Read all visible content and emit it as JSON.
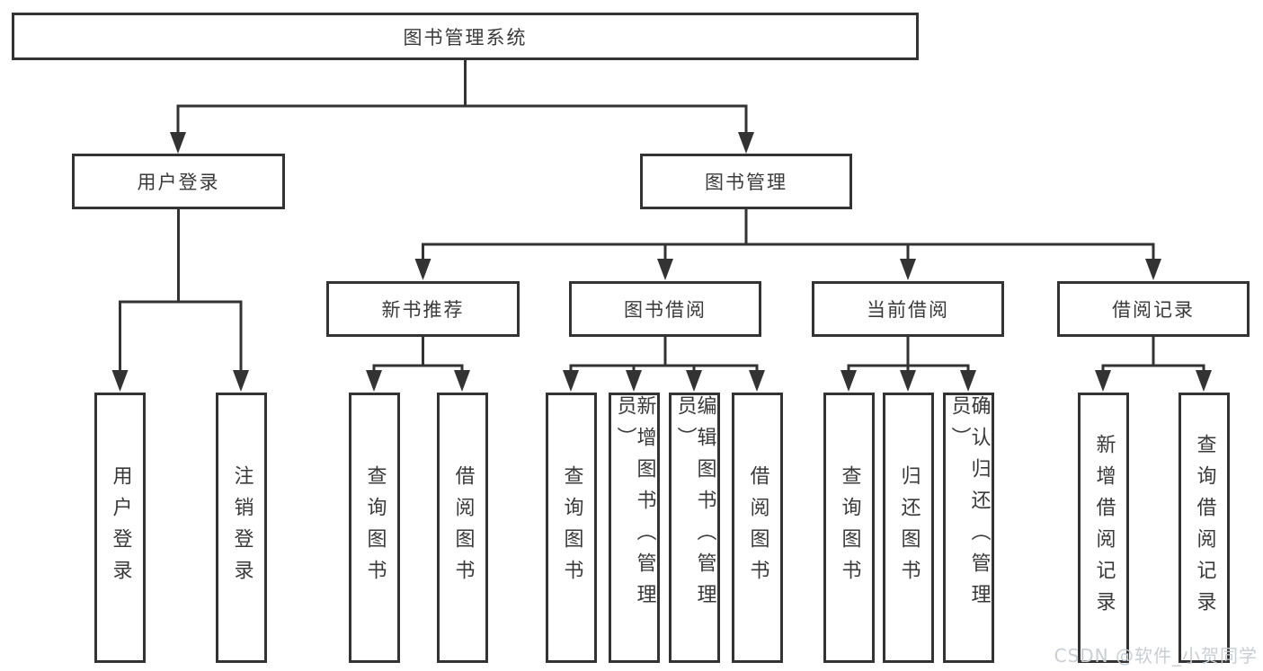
{
  "diagram_title": "图书管理系统",
  "nodes": {
    "root": {
      "label": "图书管理系统"
    },
    "user_login": {
      "label": "用户登录"
    },
    "book_mgmt": {
      "label": "图书管理"
    },
    "new_book_rec": {
      "label": "新书推荐"
    },
    "book_borrow": {
      "label": "图书借阅"
    },
    "current_borrow": {
      "label": "当前借阅"
    },
    "borrow_records": {
      "label": "借阅记录"
    },
    "ul_login": {
      "label": "用户登录"
    },
    "ul_logout": {
      "label": "注销登录"
    },
    "nb_query": {
      "label": "查询图书"
    },
    "nb_borrow": {
      "label": "借阅图书"
    },
    "bb_query": {
      "label": "查询图书"
    },
    "bb_add": {
      "label": "新增图书（管理员）"
    },
    "bb_edit": {
      "label": "编辑图书（管理员）"
    },
    "bb_borrow": {
      "label": "借阅图书"
    },
    "cb_query": {
      "label": "查询图书"
    },
    "cb_return": {
      "label": "归还图书"
    },
    "cb_confirm": {
      "label": "确认归还（管理员）"
    },
    "br_add": {
      "label": "新增借阅记录"
    },
    "br_query": {
      "label": "查询借阅记录"
    }
  },
  "hierarchy": {
    "图书管理系统": {
      "用户登录": [
        "用户登录",
        "注销登录"
      ],
      "图书管理": {
        "新书推荐": [
          "查询图书",
          "借阅图书"
        ],
        "图书借阅": [
          "查询图书",
          "新增图书（管理员）",
          "编辑图书（管理员）",
          "借阅图书"
        ],
        "当前借阅": [
          "查询图书",
          "归还图书",
          "确认归还（管理员）"
        ],
        "借阅记录": [
          "新增借阅记录",
          "查询借阅记录"
        ]
      }
    }
  },
  "watermark": {
    "text": "CSDN @软件_小贺同学"
  },
  "colors": {
    "line": "#333333",
    "text": "#3a3a3a",
    "background": "#ffffff",
    "watermark": "#c9ced3"
  }
}
